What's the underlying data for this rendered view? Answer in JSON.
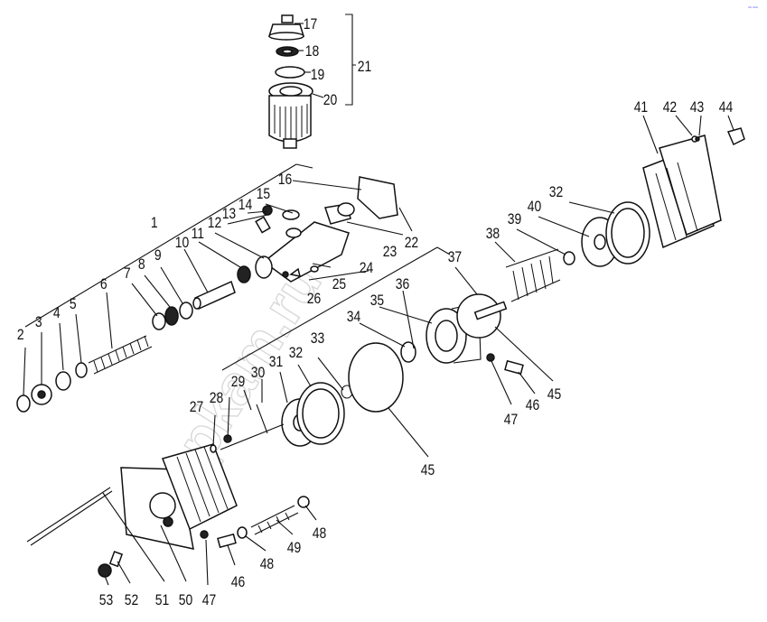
{
  "corner_mark": "ᵃᵃ ᵃᵃᵃ",
  "watermark": "zapkam.ru",
  "callouts": {
    "n1": "1",
    "n2": "2",
    "n3": "3",
    "n4": "4",
    "n5": "5",
    "n6": "6",
    "n7": "7",
    "n8": "8",
    "n9": "9",
    "n10": "10",
    "n11": "11",
    "n12": "12",
    "n13": "13",
    "n14": "14",
    "n15": "15",
    "n16": "16",
    "n17": "17",
    "n18": "18",
    "n19": "19",
    "n20": "20",
    "n21": "21",
    "n22": "22",
    "n23": "23",
    "n24": "24",
    "n25": "25",
    "n26": "26",
    "n27": "27",
    "n28": "28",
    "n29": "29",
    "n30": "30",
    "n31": "31",
    "n32a": "32",
    "n32b": "32",
    "n33": "33",
    "n34": "34",
    "n35": "35",
    "n36": "36",
    "n37": "37",
    "n38": "38",
    "n39": "39",
    "n40": "40",
    "n41": "41",
    "n42": "42",
    "n43": "43",
    "n44": "44",
    "n45a": "45",
    "n45b": "45",
    "n46a": "46",
    "n46b": "46",
    "n47a": "47",
    "n47b": "47",
    "n48a": "48",
    "n48b": "48",
    "n49": "49",
    "n50": "50",
    "n51": "51",
    "n52": "52",
    "n53": "53"
  }
}
